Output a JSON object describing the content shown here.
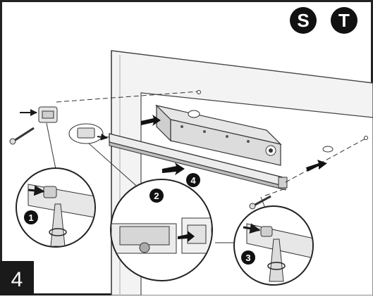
{
  "step": {
    "number": "4"
  },
  "badges": [
    {
      "letter": "S"
    },
    {
      "letter": "T"
    }
  ],
  "callouts": [
    {
      "number": "1"
    },
    {
      "number": "2"
    },
    {
      "number": "3"
    },
    {
      "number": "4"
    }
  ],
  "colors": {
    "ink": "#1a1a1a",
    "panel": "#f2f2f2",
    "frame": "#6a6a6a",
    "metal": "#d7d7d7"
  }
}
